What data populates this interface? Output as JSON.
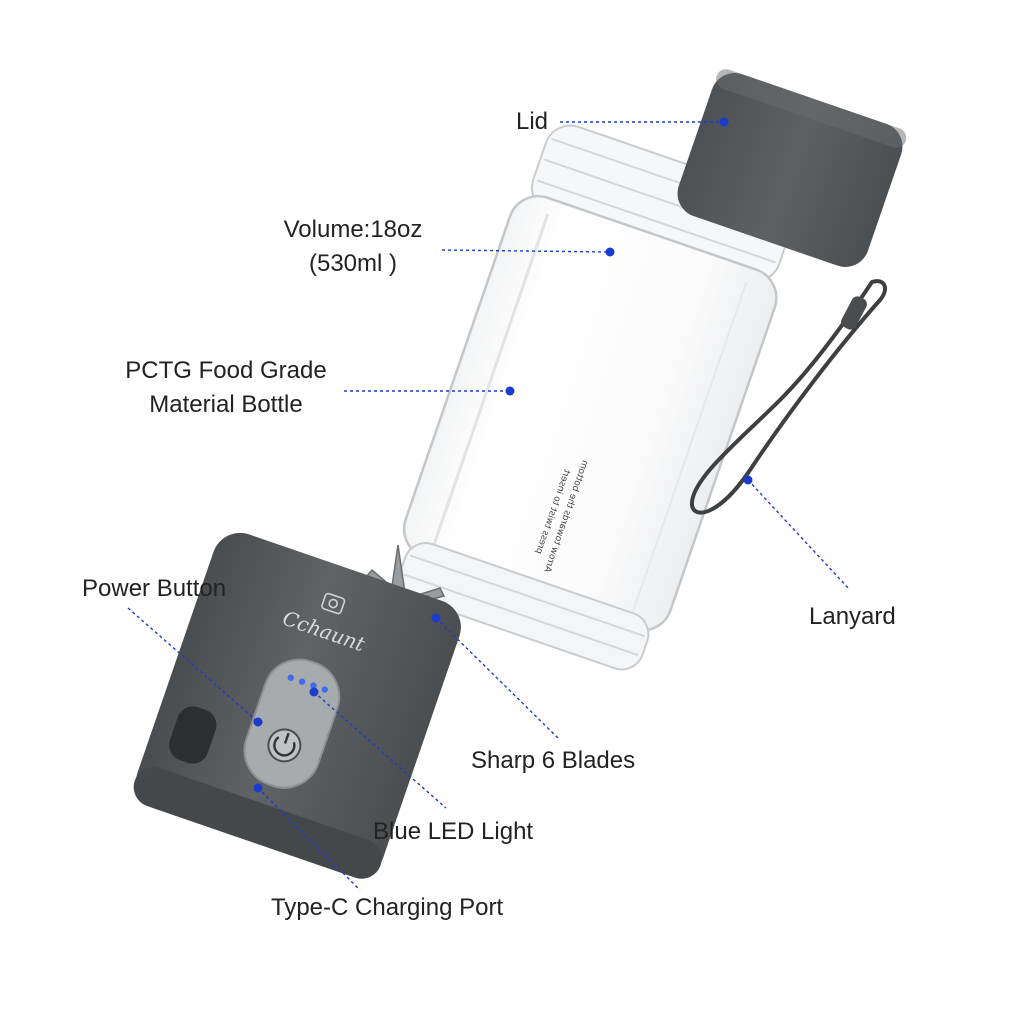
{
  "colors": {
    "accent": "#1a3ccc",
    "base": "#56595b",
    "lid": "#55585a",
    "strap": "#3d3f41",
    "text": "#222222"
  },
  "callouts": [
    {
      "id": "lid",
      "lines": [
        "Lid"
      ]
    },
    {
      "id": "volume",
      "lines": [
        "Volume:18oz",
        "(530ml )"
      ]
    },
    {
      "id": "bottle",
      "lines": [
        "PCTG Food Grade",
        "Material Bottle"
      ]
    },
    {
      "id": "power",
      "lines": [
        "Power Button"
      ]
    },
    {
      "id": "lanyard",
      "lines": [
        "Lanyard"
      ]
    },
    {
      "id": "blades",
      "lines": [
        "Sharp 6 Blades"
      ]
    },
    {
      "id": "led",
      "lines": [
        "Blue LED Light"
      ]
    },
    {
      "id": "port",
      "lines": [
        "Type-C Charging Port"
      ]
    }
  ],
  "bottle_print": [
    "Arrow towards the bottom",
    "press twist to insert"
  ],
  "brand_script": "Cchaunt",
  "icons": [
    "power-icon",
    "camera-icon"
  ]
}
